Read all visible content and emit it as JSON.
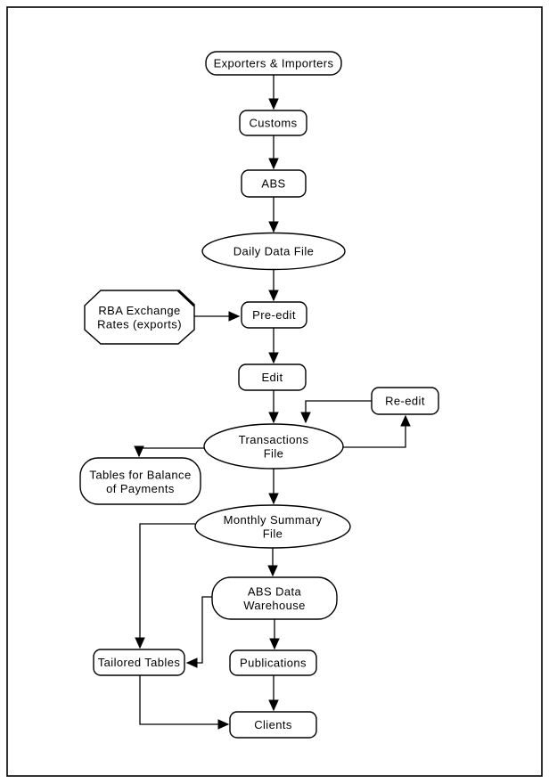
{
  "page": {
    "background_color": "#ffffff",
    "border_color": "#000000"
  },
  "diagram": {
    "type": "flowchart",
    "line_color": "#000000",
    "text_color": "#000000",
    "fill_color": "#ffffff",
    "nodes": {
      "exporters_importers": {
        "shape": "rounded-rect",
        "label": "Exporters & Importers"
      },
      "customs": {
        "shape": "rounded-rect",
        "label": "Customs"
      },
      "abs": {
        "shape": "rounded-rect",
        "label": "ABS"
      },
      "daily_data_file": {
        "shape": "ellipse",
        "label": "Daily Data File"
      },
      "rba_exchange_rates": {
        "shape": "octagon",
        "label": "RBA Exchange",
        "label2": "Rates (exports)"
      },
      "pre_edit": {
        "shape": "rounded-rect",
        "label": "Pre-edit"
      },
      "edit": {
        "shape": "rounded-rect",
        "label": "Edit"
      },
      "re_edit": {
        "shape": "rounded-rect",
        "label": "Re-edit"
      },
      "transactions_file": {
        "shape": "ellipse",
        "label": "Transactions",
        "label2": "File"
      },
      "tables_for_bop": {
        "shape": "rounded-rect",
        "label": "Tables for Balance",
        "label2": "of Payments"
      },
      "monthly_summary_file": {
        "shape": "ellipse",
        "label": "Monthly Summary",
        "label2": "File"
      },
      "abs_data_warehouse": {
        "shape": "rounded-rect",
        "label": "ABS Data",
        "label2": "Warehouse"
      },
      "tailored_tables": {
        "shape": "rounded-rect",
        "label": "Tailored Tables"
      },
      "publications": {
        "shape": "rounded-rect",
        "label": "Publications"
      },
      "clients": {
        "shape": "rounded-rect",
        "label": "Clients"
      }
    },
    "edges": [
      {
        "from": "exporters_importers",
        "to": "customs"
      },
      {
        "from": "customs",
        "to": "abs"
      },
      {
        "from": "abs",
        "to": "daily_data_file"
      },
      {
        "from": "daily_data_file",
        "to": "pre_edit"
      },
      {
        "from": "rba_exchange_rates",
        "to": "pre_edit"
      },
      {
        "from": "pre_edit",
        "to": "edit"
      },
      {
        "from": "edit",
        "to": "transactions_file"
      },
      {
        "from": "re_edit",
        "to": "transactions_file"
      },
      {
        "from": "transactions_file",
        "to": "re_edit"
      },
      {
        "from": "transactions_file",
        "to": "tables_for_bop"
      },
      {
        "from": "transactions_file",
        "to": "monthly_summary_file"
      },
      {
        "from": "monthly_summary_file",
        "to": "tailored_tables"
      },
      {
        "from": "monthly_summary_file",
        "to": "abs_data_warehouse"
      },
      {
        "from": "abs_data_warehouse",
        "to": "tailored_tables"
      },
      {
        "from": "abs_data_warehouse",
        "to": "publications"
      },
      {
        "from": "publications",
        "to": "clients"
      },
      {
        "from": "tailored_tables",
        "to": "clients"
      }
    ]
  }
}
